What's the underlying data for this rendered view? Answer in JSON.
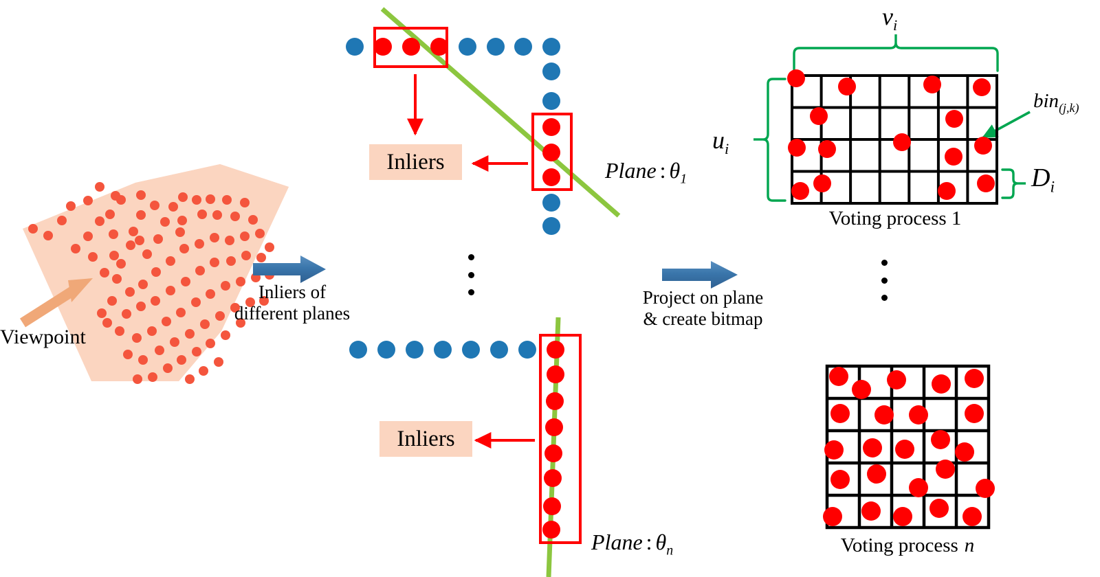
{
  "figure": {
    "title_absent": true,
    "background": "#ffffff",
    "colors": {
      "point_cloud_fill": "#fbd5c0",
      "point_cloud_dot": "#f4553d",
      "viewpoint_arrow": "#f0a878",
      "inlier_red": "#ff0000",
      "outlier_blue": "#1f77b4",
      "plane_green": "#8cc63f",
      "brace_green": "#00a650",
      "flow_arrow_blue": "#3a76ab",
      "grid_black": "#000000",
      "inliers_box_fill": "#fbd5c0"
    }
  },
  "viewpoint": {
    "label": "Viewpoint",
    "arrow_icon": "viewpoint-arrow-icon",
    "cloud_dot_count": 96
  },
  "flow_arrows": [
    {
      "name": "inliers-of-different-planes",
      "line1": "Inliers of",
      "line2": "different planes"
    },
    {
      "name": "project-on-plane-create-bitmap",
      "line1": "Project on plane",
      "line2": "& create bitmap"
    }
  ],
  "planes": [
    {
      "id": "plane-1",
      "label_prefix": "Plane",
      "label_sep": ":",
      "label_symbol": "θ",
      "label_sub": "1",
      "inliers_box_label": "Inliers",
      "horizontal_points": {
        "total": 8,
        "inlier_indices": [
          1,
          2,
          3
        ],
        "outlier_indices": [
          0,
          4,
          5,
          6,
          7
        ]
      },
      "vertical_points": {
        "total": 8,
        "inlier_indices": [
          3,
          4,
          5
        ],
        "outlier_indices": [
          0,
          1,
          2,
          6,
          7
        ]
      }
    },
    {
      "id": "plane-n",
      "label_prefix": "Plane",
      "label_sep": ":",
      "label_symbol": "θ",
      "label_sub": "n",
      "inliers_box_label": "Inliers",
      "horizontal_points": {
        "total": 7,
        "inlier_indices": [],
        "outlier_indices": [
          0,
          1,
          2,
          3,
          4,
          5,
          6
        ]
      },
      "vertical_points": {
        "total": 8,
        "inlier_indices": [
          0,
          1,
          2,
          3,
          4,
          5,
          6,
          7
        ],
        "outlier_indices": []
      }
    }
  ],
  "voting": {
    "ellipsis_between": "⋮",
    "process_1": {
      "caption": "Voting process 1",
      "cols": 7,
      "rows": 4,
      "annotations": {
        "width_label": "v",
        "width_sub": "i",
        "height_label": "u",
        "height_sub": "i",
        "cell_label": "bin",
        "cell_sub": "(j,k)",
        "row_height_label": "D",
        "row_height_sub": "i"
      },
      "points": [
        {
          "col": 0,
          "row": 0,
          "fx": 0.04,
          "fy": 0.02
        },
        {
          "col": 1,
          "row": 0,
          "fx": 0.92,
          "fy": 0.3
        },
        {
          "col": 4,
          "row": 0,
          "fx": 0.88,
          "fy": 0.27
        },
        {
          "col": 6,
          "row": 0,
          "fx": 0.38,
          "fy": 0.32
        },
        {
          "col": 0,
          "row": 1,
          "fx": 0.92,
          "fy": 0.28
        },
        {
          "col": 5,
          "row": 1,
          "fx": 0.55,
          "fy": 0.37
        },
        {
          "col": 4,
          "row": 2,
          "fx": 0.78,
          "fy": 0.0
        },
        {
          "col": 6,
          "row": 2,
          "fx": 0.4,
          "fy": 0.05
        },
        {
          "col": 0,
          "row": 2,
          "fx": 0.08,
          "fy": 0.18
        },
        {
          "col": 1,
          "row": 2,
          "fx": 0.7,
          "fy": 0.22
        },
        {
          "col": 5,
          "row": 2,
          "fx": 0.52,
          "fy": 0.52
        },
        {
          "col": 0,
          "row": 3,
          "fx": 0.22,
          "fy": 0.62
        },
        {
          "col": 1,
          "row": 3,
          "fx": 0.46,
          "fy": 0.38
        },
        {
          "col": 5,
          "row": 3,
          "fx": 0.28,
          "fy": 0.62
        },
        {
          "col": 6,
          "row": 3,
          "fx": 0.6,
          "fy": 0.38
        }
      ]
    },
    "process_n": {
      "caption_prefix": "Voting process",
      "caption_symbol": "n",
      "cols": 5,
      "rows": 5,
      "points": [
        {
          "col": 0,
          "row": 0,
          "fx": 0.2,
          "fy": 0.22
        },
        {
          "col": 0,
          "row": 0,
          "fx": 0.72,
          "fy": 0.52
        },
        {
          "col": 1,
          "row": 0,
          "fx": 0.93,
          "fy": 0.25
        },
        {
          "col": 2,
          "row": 0,
          "fx": 0.58,
          "fy": 0.38
        },
        {
          "col": 3,
          "row": 0,
          "fx": 0.72,
          "fy": 0.22
        },
        {
          "col": 0,
          "row": 1,
          "fx": 0.25,
          "fy": 0.4
        },
        {
          "col": 1,
          "row": 1,
          "fx": 0.8,
          "fy": 0.44
        },
        {
          "col": 2,
          "row": 1,
          "fx": 0.88,
          "fy": 0.44
        },
        {
          "col": 3,
          "row": 1,
          "fx": 0.68,
          "fy": 0.42
        },
        {
          "col": 0,
          "row": 2,
          "fx": 0.12,
          "fy": 0.58
        },
        {
          "col": 1,
          "row": 2,
          "fx": 0.52,
          "fy": 0.55
        },
        {
          "col": 2,
          "row": 2,
          "fx": 0.52,
          "fy": 0.6
        },
        {
          "col": 3,
          "row": 2,
          "fx": 0.72,
          "fy": 0.3
        },
        {
          "col": 3,
          "row": 2,
          "fx": 1.0,
          "fy": 0.62
        },
        {
          "col": 0,
          "row": 3,
          "fx": 0.35,
          "fy": 0.7
        },
        {
          "col": 1,
          "row": 3,
          "fx": 0.58,
          "fy": 0.42
        },
        {
          "col": 2,
          "row": 3,
          "fx": 0.92,
          "fy": 0.82
        },
        {
          "col": 3,
          "row": 3,
          "fx": 0.85,
          "fy": 0.2
        },
        {
          "col": 4,
          "row": 3,
          "fx": 1.0,
          "fy": 0.8
        },
        {
          "col": 0,
          "row": 4,
          "fx": 0.08,
          "fy": 0.8
        },
        {
          "col": 1,
          "row": 4,
          "fx": 0.4,
          "fy": 0.62
        },
        {
          "col": 2,
          "row": 4,
          "fx": 0.32,
          "fy": 0.78
        },
        {
          "col": 3,
          "row": 4,
          "fx": 0.62,
          "fy": 0.62
        },
        {
          "col": 4,
          "row": 4,
          "fx": 0.52,
          "fy": 0.8
        }
      ]
    }
  }
}
